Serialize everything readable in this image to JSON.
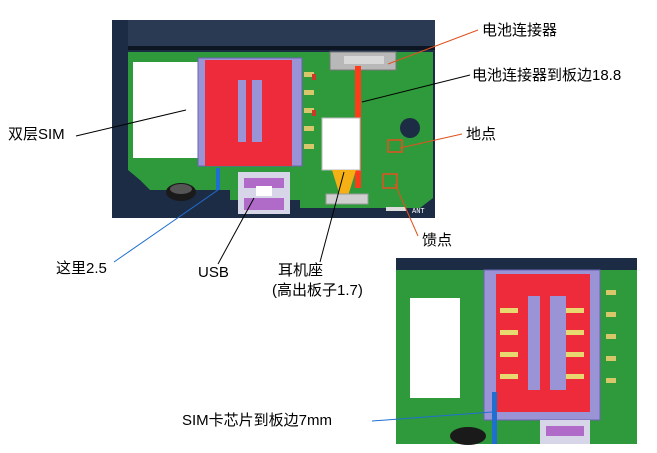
{
  "labels": {
    "battery_connector": "电池连接器",
    "battery_to_edge": "电池连接器到板边18.8",
    "ground_point": "地点",
    "dual_sim": "双层SIM",
    "feed_point": "馈点",
    "here": "这里2.5",
    "usb": "USB",
    "headphone_line1": "耳机座",
    "headphone_line2": "(高出板子1.7)",
    "sim_chip_to_edge": "SIM卡芯片到板边7mm",
    "ant_text": "ANT"
  },
  "colors": {
    "pcb_green": "#2f9a3c",
    "board_dark": "#1c2c44",
    "sim_red": "#ee2b3a",
    "sim_frame": "#9a93d6",
    "annot_orange": "#e0521e",
    "annot_blue": "#1f6fd0",
    "trace_red": "#ff3b1a"
  }
}
